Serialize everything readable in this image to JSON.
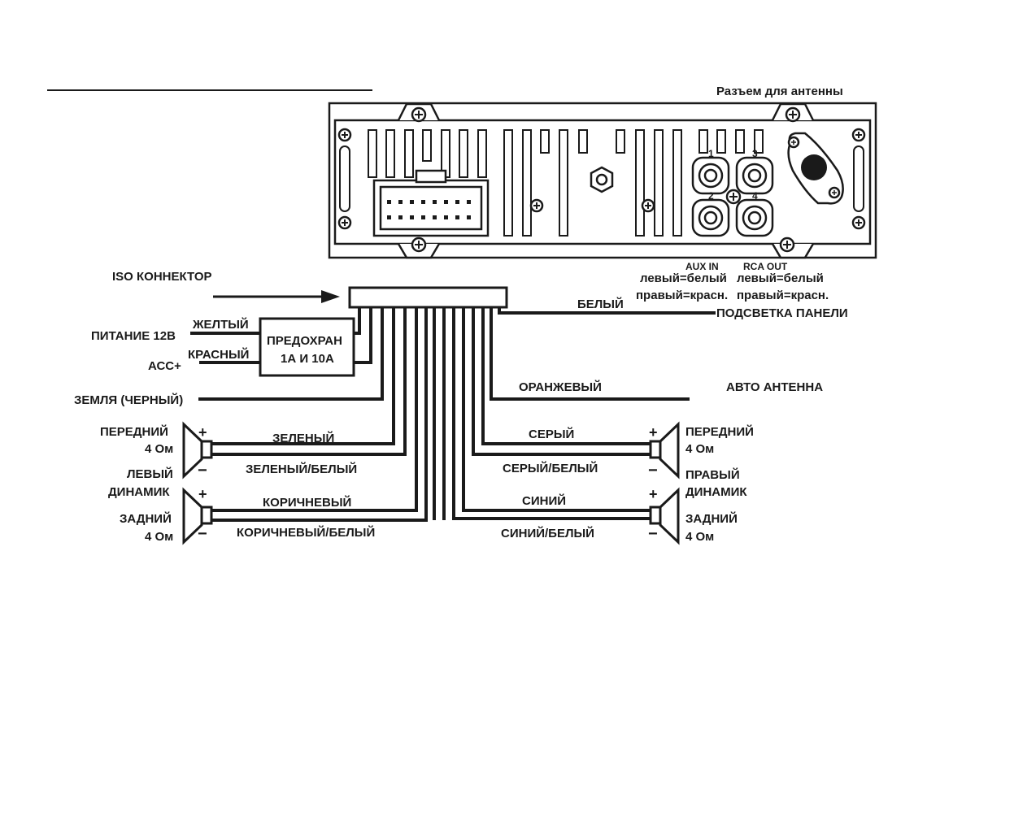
{
  "labels": {
    "antenna_connector": "Разъем для антенны",
    "iso_connector": "ISO КОННЕКТОР",
    "aux_in": "AUX IN",
    "rca_out": "RCA OUT",
    "aux_left": "левый=белый",
    "aux_right": "правый=красн.",
    "rca_left": "левый=белый",
    "rca_right": "правый=красн.",
    "jack1": "1",
    "jack2": "2",
    "jack3": "3",
    "jack4": "4",
    "white": "БЕЛЫЙ",
    "panel_light": "ПОДСВЕТКА ПАНЕЛИ",
    "yellow": "ЖЕЛТЫЙ",
    "power_12v": "ПИТАНИЕ 12В",
    "fuse_line1": "ПРЕДОХРАН",
    "fuse_line2": "1А И 10А",
    "red": "КРАСНЫЙ",
    "acc": "АСС+",
    "ground": "ЗЕМЛЯ (ЧЕРНЫЙ)",
    "orange": "ОРАНЖЕВЫЙ",
    "auto_antenna": "АВТО АНТЕННА",
    "front_left_1": "ПЕРЕДНИЙ",
    "front_left_2": "4 Ом",
    "left_speaker_1": "ЛЕВЫЙ",
    "left_speaker_2": "ДИНАМИК",
    "rear_left_1": "ЗАДНИЙ",
    "rear_left_2": "4 Ом",
    "green": "ЗЕЛЕНЫЙ",
    "green_white": "ЗЕЛЕНЫЙ/БЕЛЫЙ",
    "brown": "КОРИЧНЕВЫЙ",
    "brown_white": "КОРИЧНЕВЫЙ/БЕЛЫЙ",
    "grey": "СЕРЫЙ",
    "grey_white": "СЕРЫЙ/БЕЛЫЙ",
    "blue": "СИНИЙ",
    "blue_white": "СИНИЙ/БЕЛЫЙ",
    "front_right_1": "ПЕРЕДНИЙ",
    "front_right_2": "4 Ом",
    "right_speaker_1": "ПРАВЫЙ",
    "right_speaker_2": "ДИНАМИК",
    "rear_right_1": "ЗАДНИЙ",
    "rear_right_2": "4 Ом",
    "plus": "+",
    "minus": "−"
  }
}
